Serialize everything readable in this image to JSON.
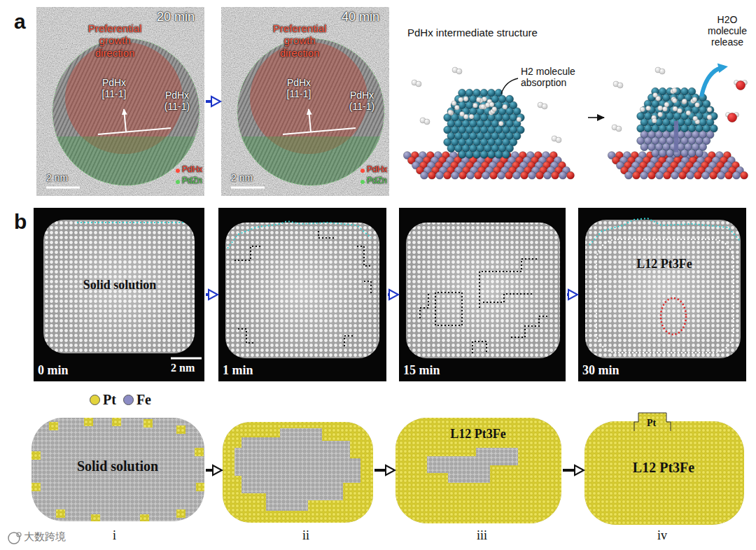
{
  "diagram": {
    "nodes": [
      {
        "text": [
          "Preferential growth direction",
          "20 min",
          "PdHx [11-1]",
          "PdHx (11-1)",
          "2 nm",
          "PdHx",
          "PdZn"
        ]
      },
      {
        "text": [
          "Preferential growth direction",
          "40 min",
          "PdHx [11-1]",
          "PdHx (11-1)",
          "2 nm",
          "PdHx",
          "PdZn"
        ]
      },
      {
        "text": [
          "PdHx intermediate structure",
          "H2 molecule absorption"
        ]
      },
      {
        "text": [
          "H2O molecule release"
        ]
      },
      {
        "text": [
          "Solid solution",
          "0 min",
          "2 nm"
        ]
      },
      {
        "text": [
          "1 min"
        ]
      },
      {
        "text": [
          "15 min"
        ]
      },
      {
        "text": [
          "L12 Pt3Fe",
          "30 min"
        ]
      },
      {
        "text": [
          "Solid solution",
          "i"
        ]
      },
      {
        "text": [
          "ii"
        ]
      },
      {
        "text": [
          "L12 Pt3Fe",
          "iii"
        ]
      },
      {
        "text": [
          "Pt",
          "L12 Pt3Fe",
          "iv"
        ]
      }
    ],
    "edges": [
      {
        "from": 0,
        "to": 1,
        "arrow": "to"
      },
      {
        "from": 2,
        "to": 3,
        "arrow": "to"
      },
      {
        "from": 4,
        "to": 5,
        "arrow": "to"
      },
      {
        "from": 5,
        "to": 6,
        "arrow": "to"
      },
      {
        "from": 6,
        "to": 7,
        "arrow": "to"
      },
      {
        "from": 8,
        "to": 9,
        "arrow": "to"
      },
      {
        "from": 9,
        "to": 10,
        "arrow": "to"
      },
      {
        "from": 10,
        "to": 11,
        "arrow": "to"
      }
    ],
    "labels": [
      "a",
      "b",
      "大数跨境"
    ],
    "legend": [
      {
        "text": "Pt",
        "color": "#e3d43c"
      },
      {
        "text": "Fe",
        "color": "#8c8cc4"
      }
    ]
  }
}
